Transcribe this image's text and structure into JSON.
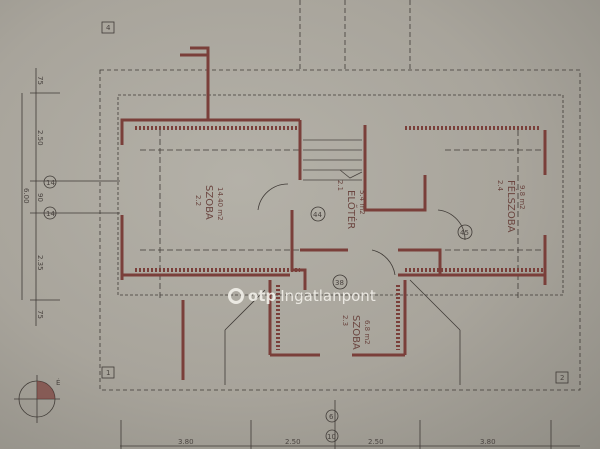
{
  "plan": {
    "rooms": [
      {
        "number": "2.2",
        "name": "SZOBA",
        "area": "14.40 m2"
      },
      {
        "number": "2.1",
        "name": "ELŐTÉR",
        "area": "5.4 m2"
      },
      {
        "number": "2.4",
        "name": "FÉLSZOBA",
        "area": "9.8 m2"
      },
      {
        "number": "2.3",
        "name": "SZOBA",
        "area": "6.8 m2"
      }
    ],
    "left_dimensions": [
      "75",
      "2.50",
      "90",
      "2.35",
      "75",
      "6.00"
    ],
    "bottom_dimensions": [
      "3.80",
      "2.50",
      "2.50",
      "3.80"
    ],
    "axis_markers": [
      "14",
      "14",
      "6",
      "10",
      "4",
      "1",
      "2"
    ],
    "door_markers": [
      "44",
      "45",
      "38"
    ],
    "north_label": "É"
  },
  "watermark": {
    "brand": "otp",
    "name": "Ingatlanpont"
  },
  "colors": {
    "paper": "#a9a59c",
    "wall": "#7a3f3a",
    "line": "#3f3a36"
  }
}
